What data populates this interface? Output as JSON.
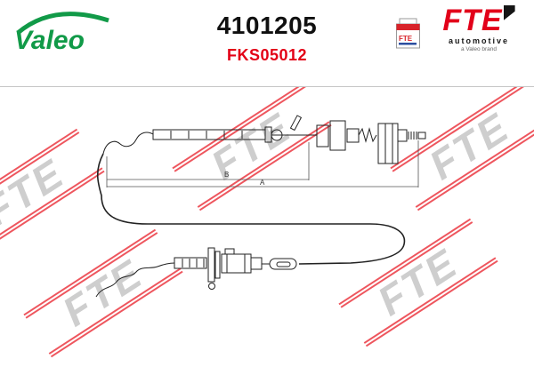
{
  "header": {
    "valeo": {
      "wordmark": "Valeo"
    },
    "part_number": "4101205",
    "model_code": "FKS05012",
    "fte": {
      "wordmark": "FTE",
      "subtitle": "automotive",
      "tagline": "a Valeo brand"
    }
  },
  "watermark": {
    "text": "FTE"
  },
  "colors": {
    "fte_red": "#e2001a",
    "valeo_green": "#119a48",
    "model_code_red": "#e30016",
    "watermark_gray": "#cecece",
    "watermark_stripe_red": "#ee565e",
    "line_color": "#222222"
  },
  "diagram": {
    "dimension_labels": {
      "b": "B",
      "a": "A"
    }
  }
}
